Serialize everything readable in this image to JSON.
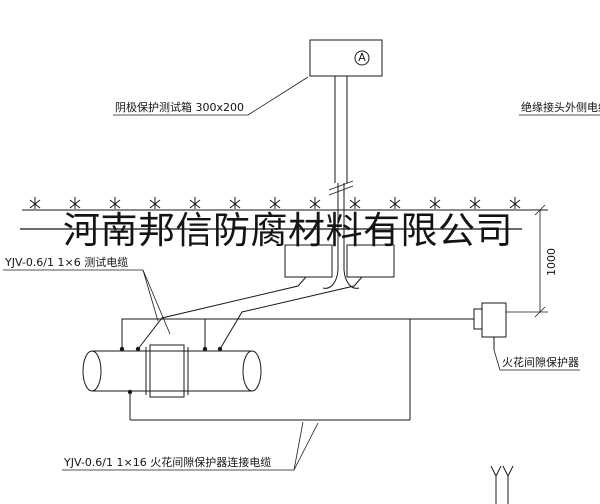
{
  "labels": {
    "test_box": "阴极保护测试箱 300x200",
    "insulated_joint_cable": "绝缘接头外侧电缆",
    "test_cable": "YJV-0.6/1 1×6  测试电缆",
    "spark_gap_protector": "火花间隙保护器",
    "connection_cable": "YJV-0.6/1 1×16  火花间隙保护器连接电缆",
    "dimension": "1000",
    "meter": "A"
  },
  "watermark": {
    "text": "河南邦信防腐材料有限公司"
  },
  "colors": {
    "line": "#1a1a1a",
    "background": "#ffffff",
    "watermark": "#141414"
  }
}
